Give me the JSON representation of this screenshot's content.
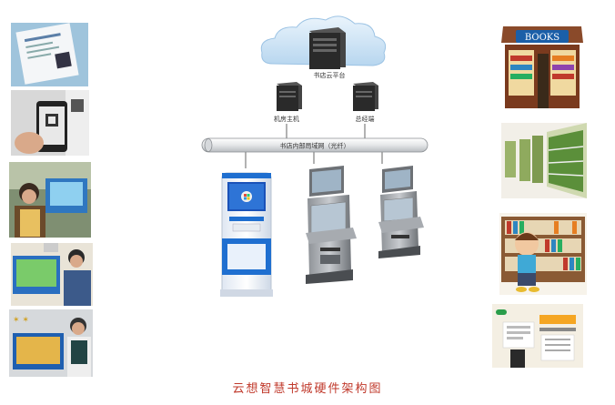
{
  "diagram": {
    "cloud_label": "书店云平台",
    "host_label": "机房主机",
    "terminal_label": "总经端",
    "bus_label": "书店内部局域网（光纤）",
    "caption": "云想智慧书城硬件架构图"
  },
  "left_photos": [
    {
      "id": "membership-card-photo"
    },
    {
      "id": "phone-scan-qr-photo"
    },
    {
      "id": "kiosk-user-photo"
    },
    {
      "id": "kiosk-reader-photo"
    },
    {
      "id": "kiosk-reading-photo"
    }
  ],
  "right_photos": [
    {
      "id": "bookstore-front-photo",
      "sign": "BOOKS"
    },
    {
      "id": "library-shelves-photo"
    },
    {
      "id": "boy-bookshelf-photo"
    },
    {
      "id": "app-promo-photo"
    }
  ]
}
